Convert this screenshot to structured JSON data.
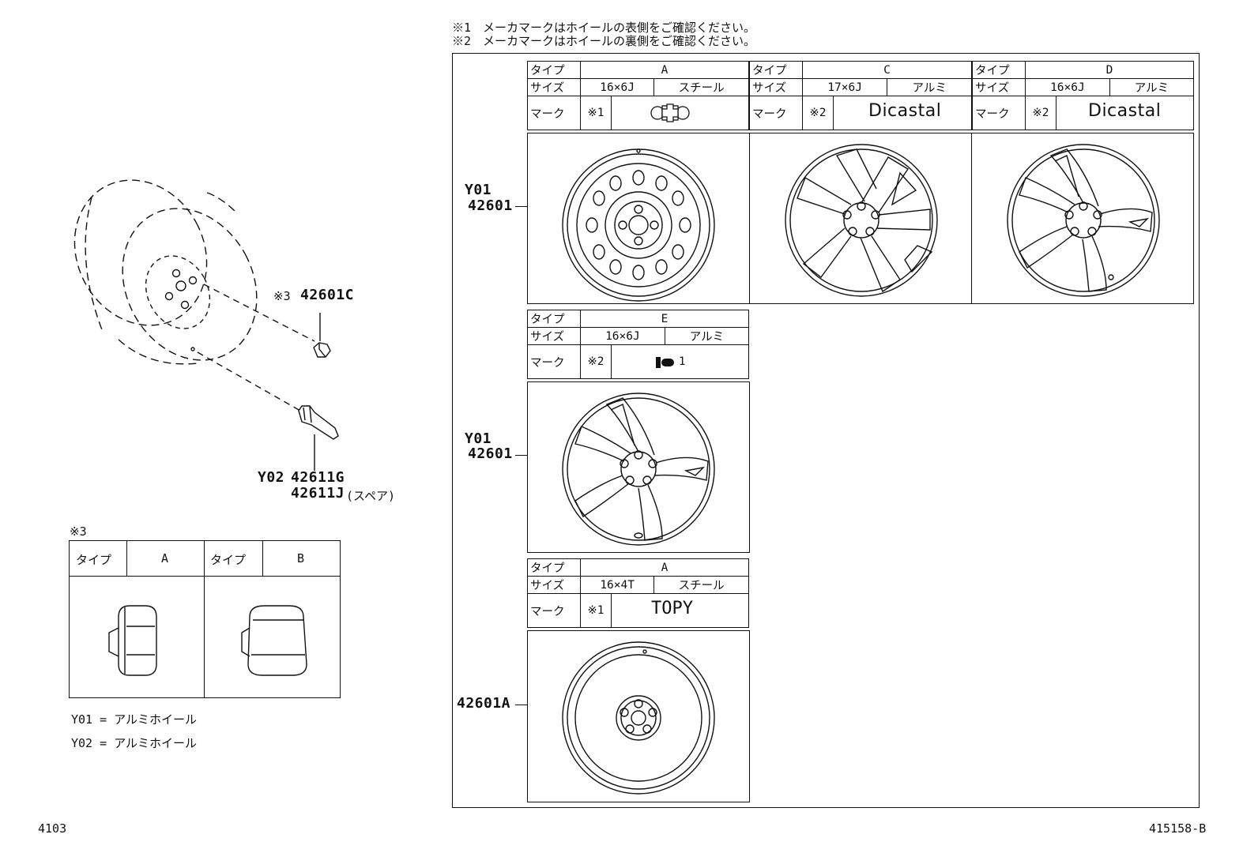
{
  "notes": {
    "n1": "※1　メーカマークはホイールの表側をご確認ください。",
    "n2": "※2　メーカマークはホイールの裏側をご確認ください。"
  },
  "exploded": {
    "nut_ref": "※3",
    "nut_part": "42601C",
    "valve_prefix": "Y02",
    "valve_part": "42611G",
    "valve_spare": "42611J",
    "spare_label": "(スペア)"
  },
  "nut_table": {
    "title": "※3",
    "type_label": "タイプ",
    "types": [
      "A",
      "B"
    ]
  },
  "legend": [
    {
      "code": "Y01",
      "eq": "=",
      "desc": "アルミホイール"
    },
    {
      "code": "Y02",
      "eq": "=",
      "desc": "アルミホイール"
    }
  ],
  "spec_labels": {
    "type": "タイプ",
    "size": "サイズ",
    "mark": "マーク"
  },
  "wheels": [
    {
      "type": "A",
      "size": "16×6J",
      "material": "スチール",
      "note": "※1",
      "mark": ""
    },
    {
      "type": "C",
      "size": "17×6J",
      "material": "アルミ",
      "note": "※2",
      "mark": "Dicastal"
    },
    {
      "type": "D",
      "size": "16×6J",
      "material": "アルミ",
      "note": "※2",
      "mark": "Dicastal"
    },
    {
      "type": "E",
      "size": "16×6J",
      "material": "アルミ",
      "note": "※2",
      "mark": "1"
    },
    {
      "type": "A",
      "size": "16×4T",
      "material": "スチール",
      "note": "※1",
      "mark": "TOPY"
    }
  ],
  "row_labels": [
    {
      "prefix": "Y01",
      "part": "42601"
    },
    {
      "prefix": "Y01",
      "part": "42601"
    },
    {
      "prefix": "",
      "part": "42601A"
    }
  ],
  "footer": {
    "left": "4103",
    "right": "415158-B"
  }
}
